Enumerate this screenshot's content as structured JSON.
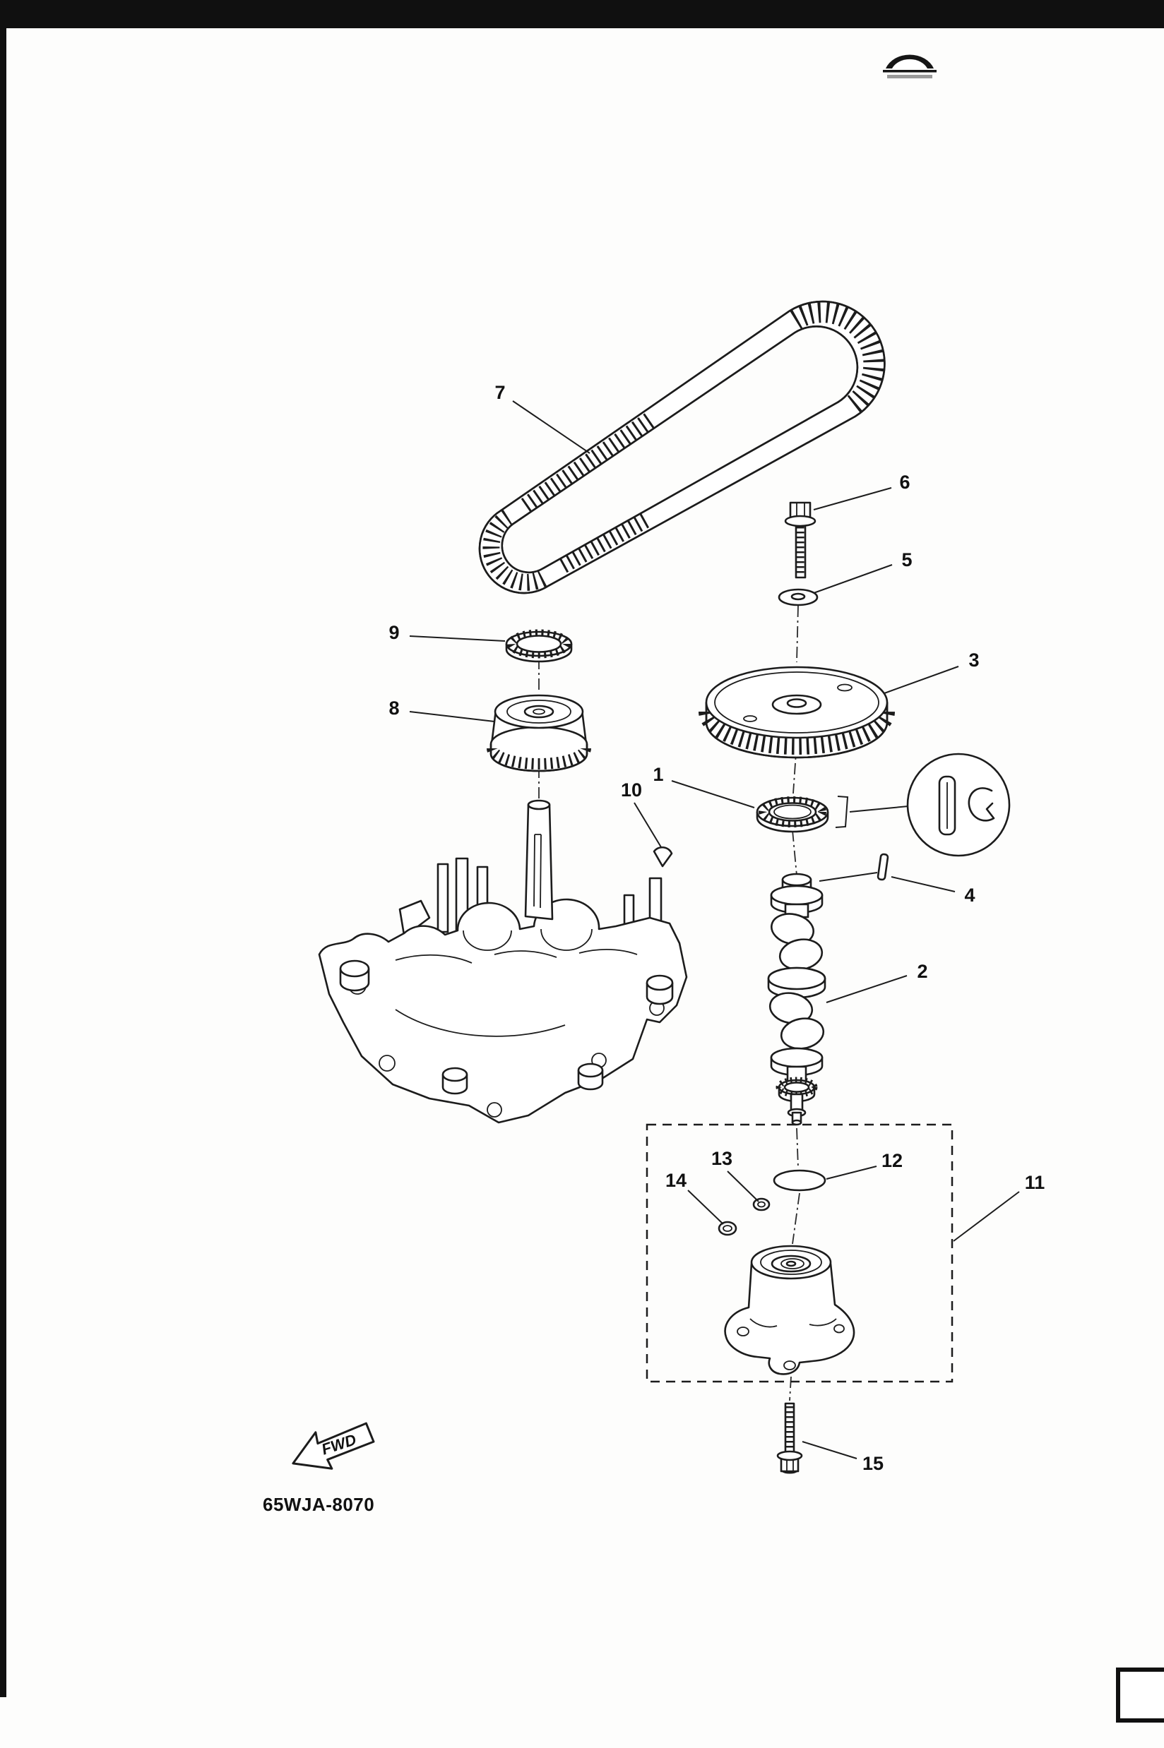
{
  "page": {
    "drawing_code": "65WJA-8070",
    "fwd_label": "FWD",
    "ink_color": "#1c1c1c",
    "paper_color": "#ffffff"
  },
  "icons": {
    "fwd_arrow_icon": "outlined-left-arrow",
    "brand_logo_icon": "semicircle-emblem"
  },
  "callouts": [
    {
      "label": "1"
    },
    {
      "label": "2"
    },
    {
      "label": "3"
    },
    {
      "label": "4"
    },
    {
      "label": "5"
    },
    {
      "label": "6"
    },
    {
      "label": "7"
    },
    {
      "label": "8"
    },
    {
      "label": "9"
    },
    {
      "label": "10"
    },
    {
      "label": "11"
    },
    {
      "label": "12"
    },
    {
      "label": "13"
    },
    {
      "label": "14"
    },
    {
      "label": "15"
    }
  ]
}
